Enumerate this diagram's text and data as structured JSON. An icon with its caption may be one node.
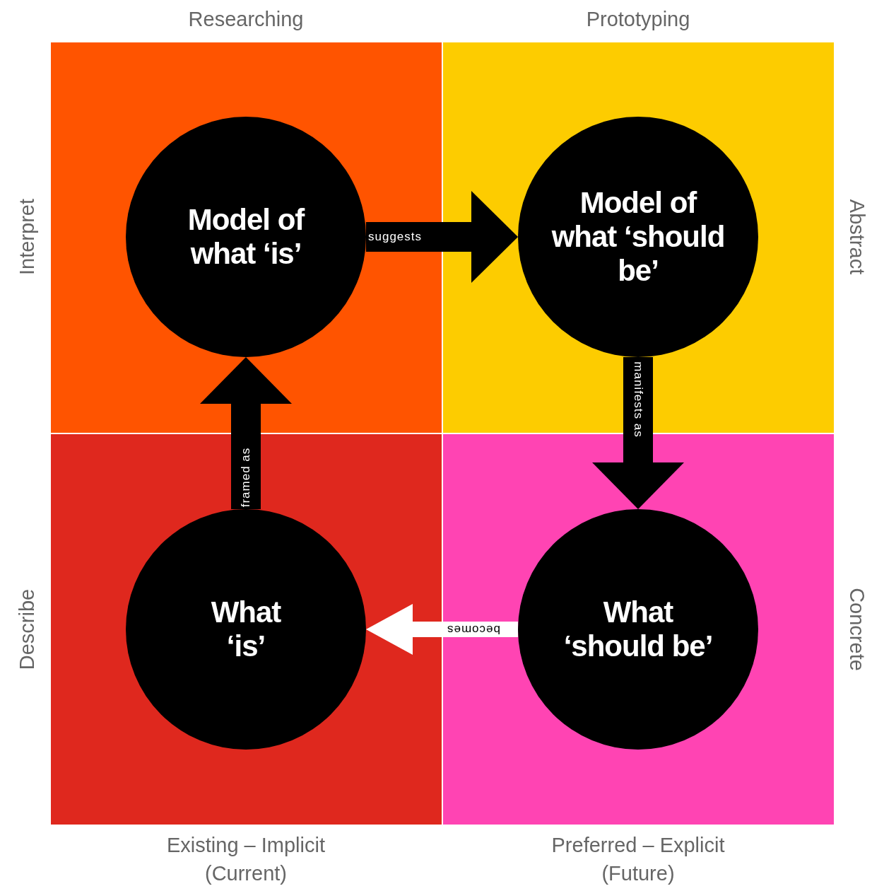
{
  "diagram": {
    "nodes": [
      {
        "text": [
          "Model of what ‘is’"
        ]
      },
      {
        "text": [
          "Model of what ‘should be’"
        ]
      },
      {
        "text": [
          "What ‘is’"
        ]
      },
      {
        "text": [
          "What ‘should be’"
        ]
      }
    ],
    "edges": [
      {
        "from": 0,
        "to": 1,
        "arrow": "to",
        "label": "suggests"
      },
      {
        "from": 1,
        "to": 3,
        "arrow": "to",
        "label": "manifests as"
      },
      {
        "from": 3,
        "to": 2,
        "arrow": "to",
        "label": "becomes",
        "color": "#ffffff"
      },
      {
        "from": 2,
        "to": 0,
        "arrow": "to",
        "label": "framed as"
      }
    ],
    "labels": [
      "Researching",
      "Prototyping",
      "Interpret",
      "Abstract",
      "Describe",
      "Concrete",
      "Existing – Implicit (Current)",
      "Preferred – Explicit (Future)"
    ]
  }
}
